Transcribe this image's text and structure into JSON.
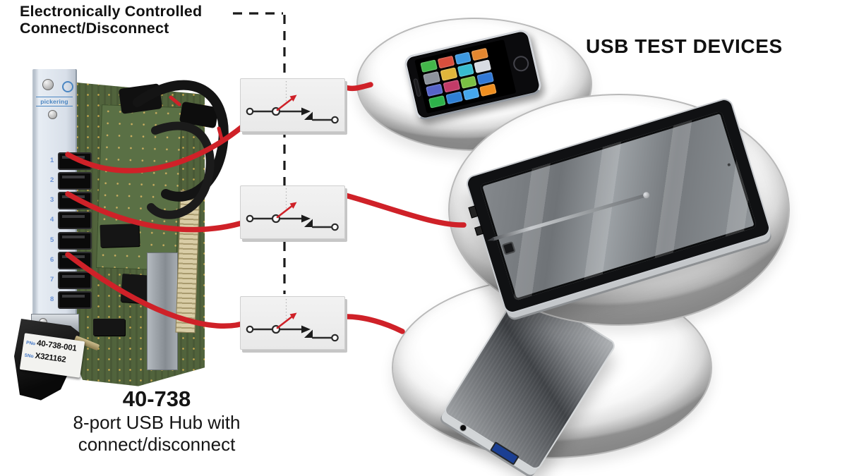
{
  "colors": {
    "wire_red": "#cf2128",
    "panel": "#dfe5ee",
    "pcb_green": "#51633c",
    "logo_blue": "#4b86c2",
    "port_number_blue": "#6b93d6",
    "label_prefix_blue": "#3f74c4",
    "dash_black": "#1a1a1a"
  },
  "header": {
    "control_line1": "Electronically Controlled",
    "control_line2": "Connect/Disconnect",
    "devices_heading": "USB TEST DEVICES"
  },
  "module": {
    "brand": "pickering",
    "ports": [
      "1",
      "2",
      "3",
      "4",
      "5",
      "6",
      "7",
      "8"
    ],
    "label": {
      "part_prefix": "PNo",
      "part_number": "40-738-001",
      "serial_prefix": "SNo",
      "serial_number": "X321162"
    }
  },
  "caption": {
    "model": "40-738",
    "line1": "8-port USB Hub with",
    "line2": "connect/disconnect"
  },
  "phone": {
    "icon_colors": [
      "#43b64a",
      "#d94f3d",
      "#3d99e0",
      "#e5872f",
      "#8d939c",
      "#e0b63b",
      "#38bcd0",
      "#d7dbe2",
      "#5664c9",
      "#c23b68",
      "#7ac043",
      "#3178d6",
      "#2db14a",
      "#2f7fd4",
      "#45a7ec",
      "#ef8e1f"
    ]
  }
}
